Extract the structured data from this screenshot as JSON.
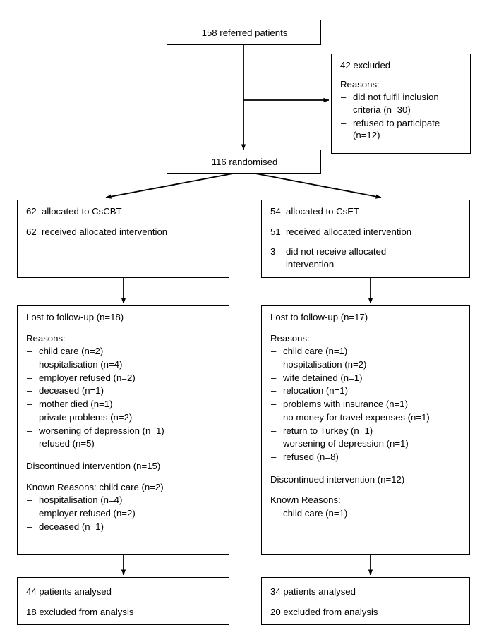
{
  "diagram": {
    "type": "consort-flow-diagram",
    "title": "CONSORT participant flow",
    "line_color": "#000000",
    "box_border_color": "#000000",
    "background_color": "#ffffff"
  },
  "nodes": {
    "referred": {
      "label": "158 referred patients",
      "count": 158
    },
    "excluded": {
      "heading": "42 excluded",
      "count": 42,
      "reasons_label": "Reasons:",
      "reasons": [
        "did not fulfil inclusion criteria (n=30)",
        "refused to participate (n=12)"
      ]
    },
    "randomised": {
      "label": "116 randomised",
      "count": 116
    },
    "alloc_left": {
      "rows": [
        {
          "num": "62",
          "text": "allocated to CsCBT"
        },
        {
          "num": "62",
          "text": "received allocated intervention"
        }
      ]
    },
    "alloc_right": {
      "rows": [
        {
          "num": "54",
          "text": "allocated to CsET"
        },
        {
          "num": "51",
          "text": "received allocated intervention"
        },
        {
          "num": "3",
          "text": "did not receive allocated intervention"
        }
      ]
    },
    "followup_left": {
      "heading": "Lost to follow-up (n=18)",
      "reasons_label": "Reasons:",
      "reasons": [
        "child care (n=2)",
        "hospitalisation (n=4)",
        "employer refused (n=2)",
        "deceased (n=1)",
        "mother died (n=1)",
        "private problems (n=2)",
        "worsening of depression (n=1)",
        "refused (n=5)"
      ],
      "discontinued": "Discontinued intervention (n=15)",
      "known_reasons_label": "Known Reasons: child care (n=2)",
      "known_reasons": [
        "hospitalisation (n=4)",
        "employer refused (n=2)",
        "deceased (n=1)"
      ]
    },
    "followup_right": {
      "heading": "Lost to follow-up (n=17)",
      "reasons_label": "Reasons:",
      "reasons": [
        "child care (n=1)",
        "hospitalisation (n=2)",
        "wife detained (n=1)",
        "relocation (n=1)",
        "problems with insurance (n=1)",
        "no money for travel expenses (n=1)",
        "return to Turkey (n=1)",
        "worsening of depression (n=1)",
        "refused (n=8)"
      ],
      "discontinued": "Discontinued intervention (n=12)",
      "known_reasons_label": "Known Reasons:",
      "known_reasons": [
        "child care (n=1)"
      ]
    },
    "analysed_left": {
      "lines": [
        "44 patients analysed",
        "18 excluded from analysis"
      ]
    },
    "analysed_right": {
      "lines": [
        "34 patients analysed",
        "20 excluded from analysis"
      ]
    }
  }
}
